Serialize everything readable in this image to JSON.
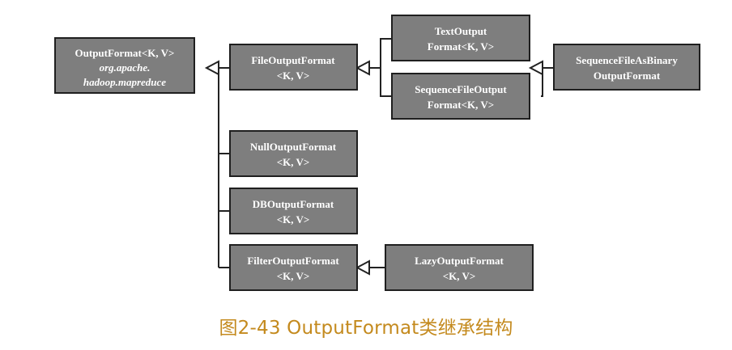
{
  "nodes": [
    {
      "id": "outputformat",
      "lines": [
        {
          "text": "OutputFormat<K, V>",
          "italic": false
        },
        {
          "text": "org.apache.",
          "italic": true
        },
        {
          "text": "hadoop.mapreduce",
          "italic": true
        }
      ]
    },
    {
      "id": "fileoutputformat",
      "lines": [
        {
          "text": "FileOutputFormat",
          "italic": false
        },
        {
          "text": "<K, V>",
          "italic": false
        }
      ]
    },
    {
      "id": "textoutputformat",
      "lines": [
        {
          "text": "TextOutput",
          "italic": false
        },
        {
          "text": "Format<K, V>",
          "italic": false
        }
      ]
    },
    {
      "id": "sequencefileoutputformat",
      "lines": [
        {
          "text": "SequenceFileOutput",
          "italic": false
        },
        {
          "text": "Format<K, V>",
          "italic": false
        }
      ]
    },
    {
      "id": "sequencefileasbinaryoutputformat",
      "lines": [
        {
          "text": "SequenceFileAsBinary",
          "italic": false
        },
        {
          "text": "OutputFormat",
          "italic": false
        }
      ]
    },
    {
      "id": "nulloutputformat",
      "lines": [
        {
          "text": "NullOutputFormat",
          "italic": false
        },
        {
          "text": "<K, V>",
          "italic": false
        }
      ]
    },
    {
      "id": "dboutputformat",
      "lines": [
        {
          "text": "DBOutputFormat",
          "italic": false
        },
        {
          "text": "<K, V>",
          "italic": false
        }
      ]
    },
    {
      "id": "filteroutputformat",
      "lines": [
        {
          "text": "FilterOutputFormat",
          "italic": false
        },
        {
          "text": "<K, V>",
          "italic": false
        }
      ]
    },
    {
      "id": "lazyoutputformat",
      "lines": [
        {
          "text": "LazyOutputFormat",
          "italic": false
        },
        {
          "text": "<K, V>",
          "italic": false
        }
      ]
    }
  ],
  "edges": [
    {
      "from": "fileoutputformat",
      "to": "outputformat"
    },
    {
      "from": "nulloutputformat",
      "to": "outputformat"
    },
    {
      "from": "dboutputformat",
      "to": "outputformat"
    },
    {
      "from": "filteroutputformat",
      "to": "outputformat"
    },
    {
      "from": "textoutputformat",
      "to": "fileoutputformat"
    },
    {
      "from": "sequencefileoutputformat",
      "to": "fileoutputformat"
    },
    {
      "from": "sequencefileasbinaryoutputformat",
      "to": "sequencefileoutputformat"
    },
    {
      "from": "lazyoutputformat",
      "to": "filteroutputformat"
    }
  ],
  "caption": "图2-43 OutputFormat类继承结构",
  "colors": {
    "node_fill": "#7e7e7e",
    "node_stroke": "#1f1f1f",
    "node_text": "#ffffff",
    "edge": "#222222",
    "caption": "#c48a1e"
  }
}
